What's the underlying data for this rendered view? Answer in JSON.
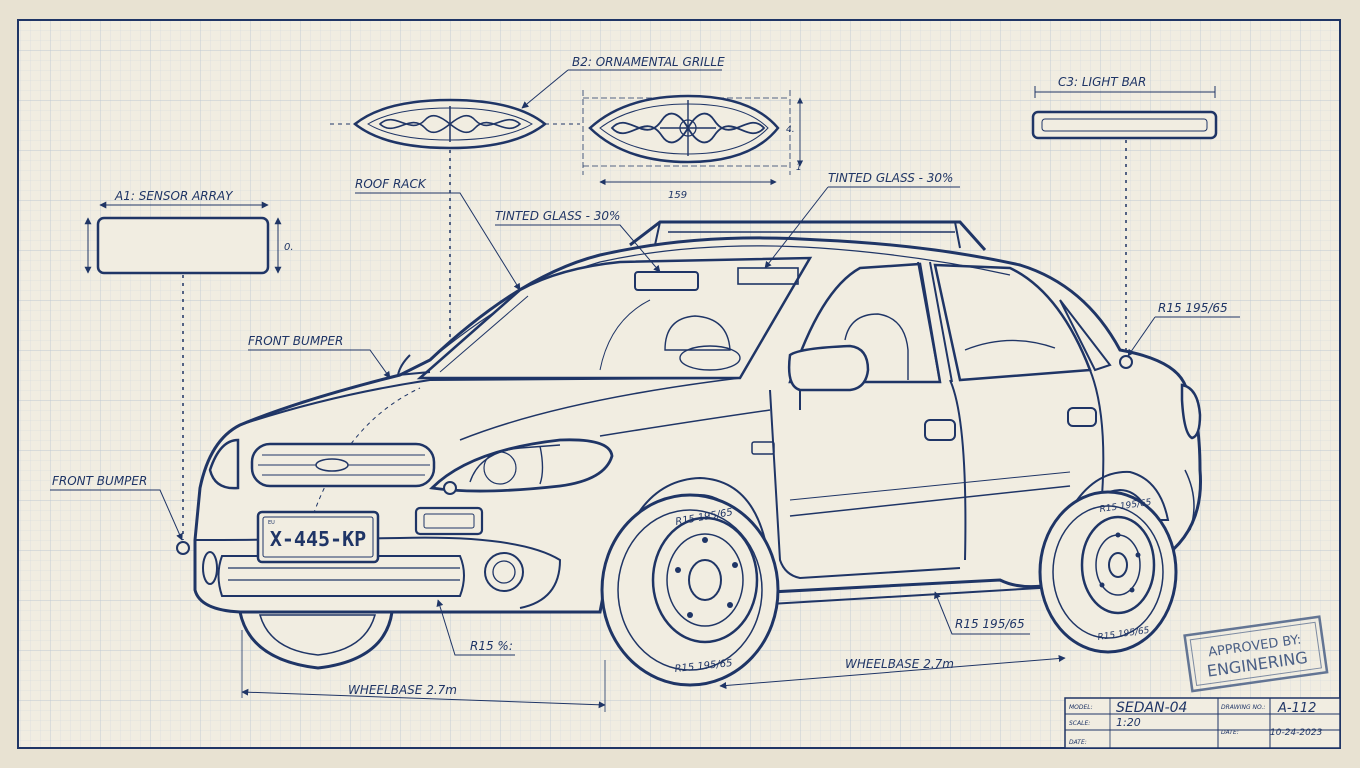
{
  "colors": {
    "ink": "#1f3566",
    "paper": "#f1ede1",
    "grid": "#c9d3dc"
  },
  "callouts": {
    "a1_title": "A1: SENSOR ARRAY",
    "a1_dim": "0.",
    "b2_title": "B2: ORNAMENTAL GRILLE",
    "b2_dim_bottom": "159",
    "b2_dim_side": "1",
    "c3_title": "C3: LIGHT BAR",
    "roof_rack": "ROOF RACK",
    "tinted_glass_1": "TINTED GLASS - 30%",
    "tinted_glass_2": "TINTED GLASS - 30%",
    "front_bumper_1": "FRONT BUMPER",
    "front_bumper_2": "FRONT BUMPER",
    "tire_rear_top": "R15 195/65",
    "tire_rear_bottom": "R15 195/65",
    "tire_front_left": "R15 %:",
    "wheelbase_1": "WHEELBASE 2.7m",
    "wheelbase_2": "WHEELBASE 2.7m"
  },
  "car": {
    "plate": "X-445-KP"
  },
  "stamp": {
    "line1": "APPROVED BY:",
    "line2": "ENGINERING"
  },
  "title_block": {
    "model_label": "MODEL:",
    "model_value": "SEDAN-04",
    "scale_label": "SCALE:",
    "scale_value": "1:20",
    "drawing_label": "DRAWING NO.:",
    "drawing_value": "A-112",
    "date_label": "DATE:",
    "date_value": "10-24-2023",
    "date_label_2": "DATE:"
  }
}
